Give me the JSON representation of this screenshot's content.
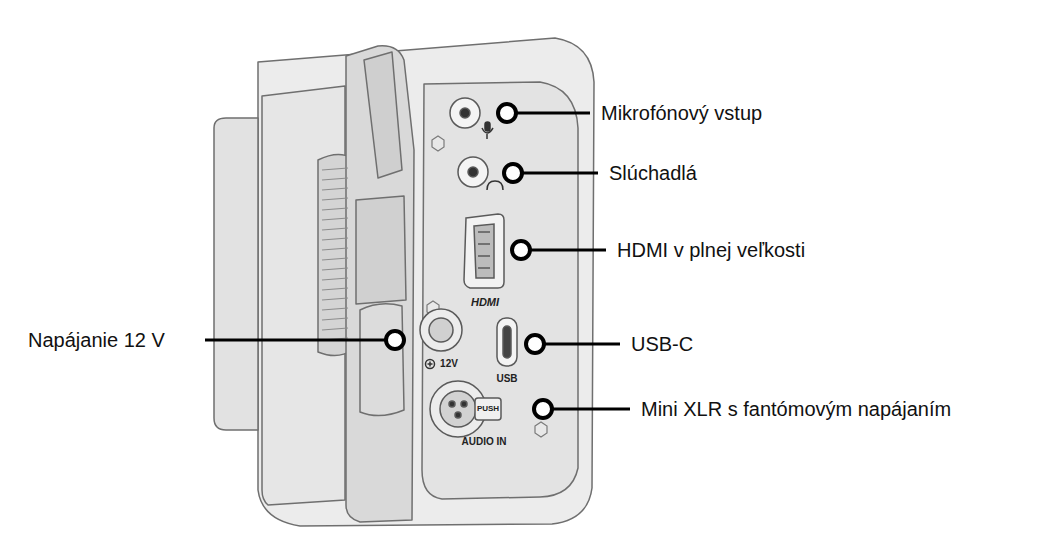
{
  "diagram": {
    "labels": [
      "Mikrofónový vstup",
      "Slúchadlá",
      "HDMI",
      "HDMI v plnej veľkosti",
      "Napájanie 12 V",
      "12V",
      "USB",
      "USB-C",
      "PUSH",
      "Mini XLR s fantómovým napájaním",
      "AUDIO IN"
    ]
  }
}
